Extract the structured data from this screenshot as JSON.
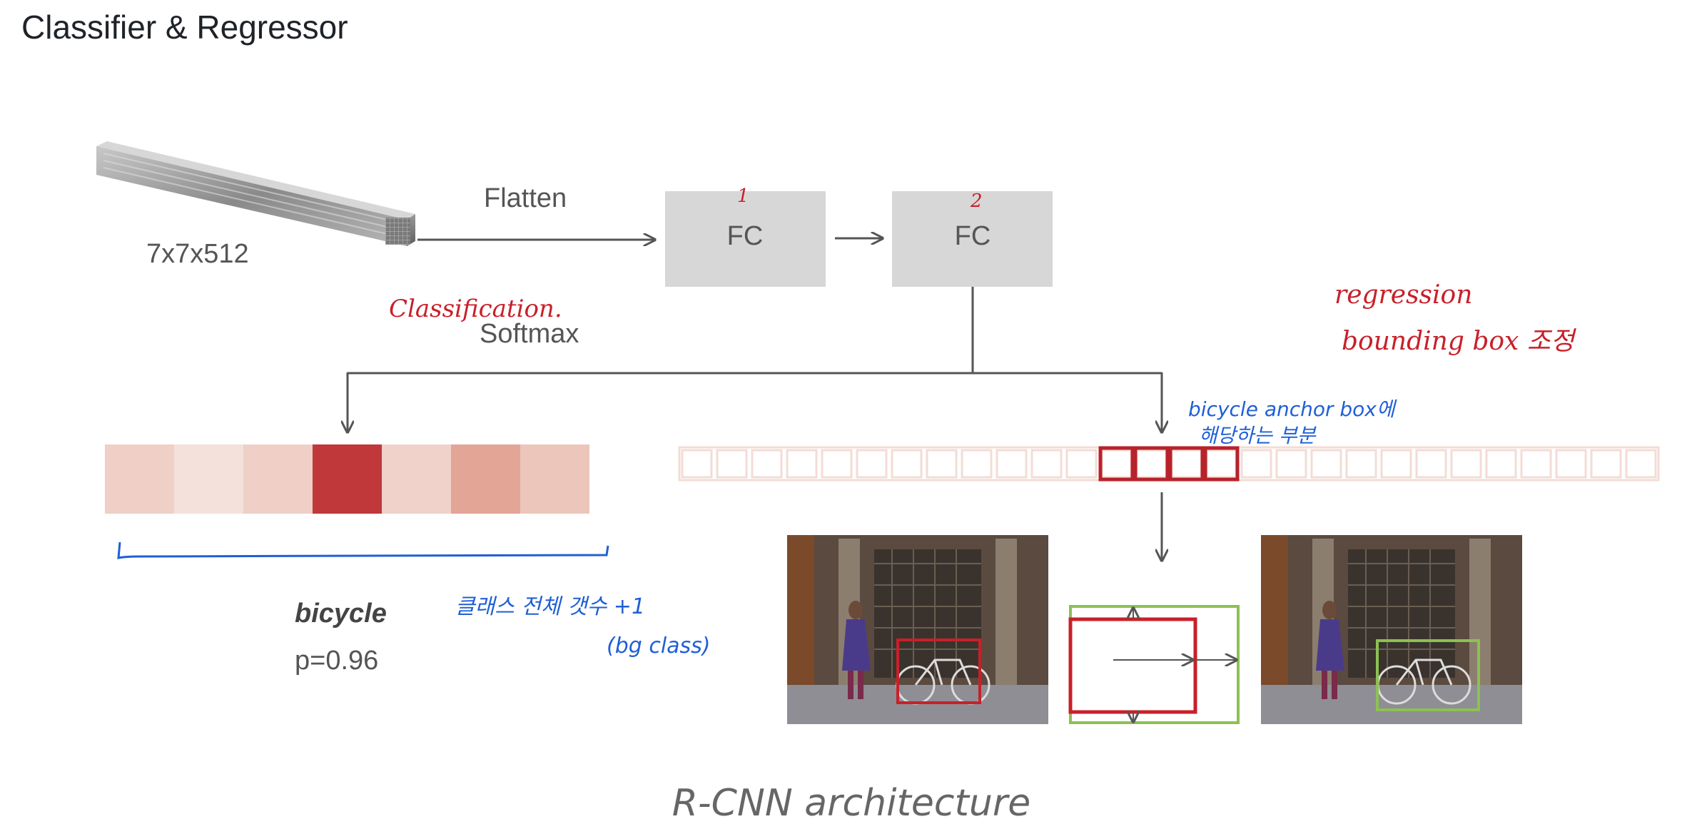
{
  "page": {
    "title": "Classifier & Regressor"
  },
  "diagram": {
    "feature_map_label": "7x7x512",
    "flatten_label": "Flatten",
    "fc1_label": "FC",
    "fc2_label": "FC",
    "softmax_label": "Softmax",
    "predicted_class": "bicycle",
    "probability": "p=0.96",
    "caption": "R-CNN architecture",
    "class_score_colors": [
      "#efcfc6",
      "#f4e1dc",
      "#efcfc6",
      "#c0383a",
      "#f0d2ca",
      "#e2a596",
      "#ecc6bb"
    ]
  },
  "annotations": {
    "fc1_index": "1",
    "fc2_index": "2",
    "classification": "Classification.",
    "regression": "regression",
    "bbox_adjust": "bounding box 조정",
    "anchor_line1": "bicycle anchor box에",
    "anchor_line2": "해당하는 부분",
    "class_count": "클래스 전체 갯수 +1",
    "bg_class": "(bg class)"
  },
  "icons": {
    "feature_map": "feature-map-prism",
    "photo": "street-photo-woman-bicycle"
  }
}
